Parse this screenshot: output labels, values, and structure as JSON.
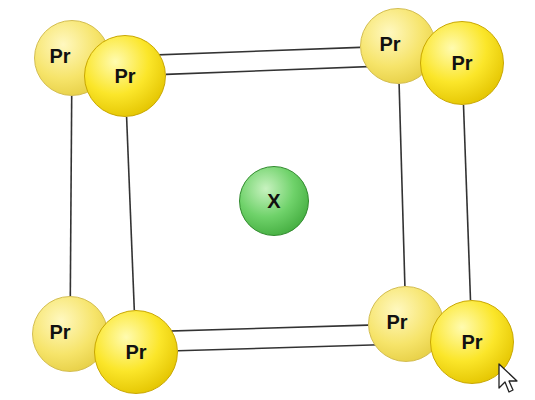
{
  "diagram": {
    "nodes": [
      {
        "text": [
          "Pr"
        ]
      },
      {
        "text": [
          "Pr"
        ]
      },
      {
        "text": [
          "Pr"
        ]
      },
      {
        "text": [
          "Pr"
        ]
      },
      {
        "text": [
          "X"
        ]
      },
      {
        "text": [
          "Pr"
        ]
      },
      {
        "text": [
          "Pr"
        ]
      },
      {
        "text": [
          "Pr"
        ]
      },
      {
        "text": [
          "Pr"
        ]
      }
    ],
    "edges": [
      {
        "from": 1,
        "to": 3,
        "arrow": "none"
      },
      {
        "from": 3,
        "to": 8,
        "arrow": "none"
      },
      {
        "from": 8,
        "to": 6,
        "arrow": "none"
      },
      {
        "from": 6,
        "to": 1,
        "arrow": "none"
      },
      {
        "from": 0,
        "to": 2,
        "arrow": "none"
      },
      {
        "from": 2,
        "to": 7,
        "arrow": "none"
      },
      {
        "from": 7,
        "to": 5,
        "arrow": "none"
      },
      {
        "from": 5,
        "to": 0,
        "arrow": "none"
      },
      {
        "from": 0,
        "to": 1,
        "arrow": "none"
      },
      {
        "from": 2,
        "to": 3,
        "arrow": "none"
      },
      {
        "from": 5,
        "to": 6,
        "arrow": "none"
      },
      {
        "from": 7,
        "to": 8,
        "arrow": "none"
      }
    ]
  }
}
